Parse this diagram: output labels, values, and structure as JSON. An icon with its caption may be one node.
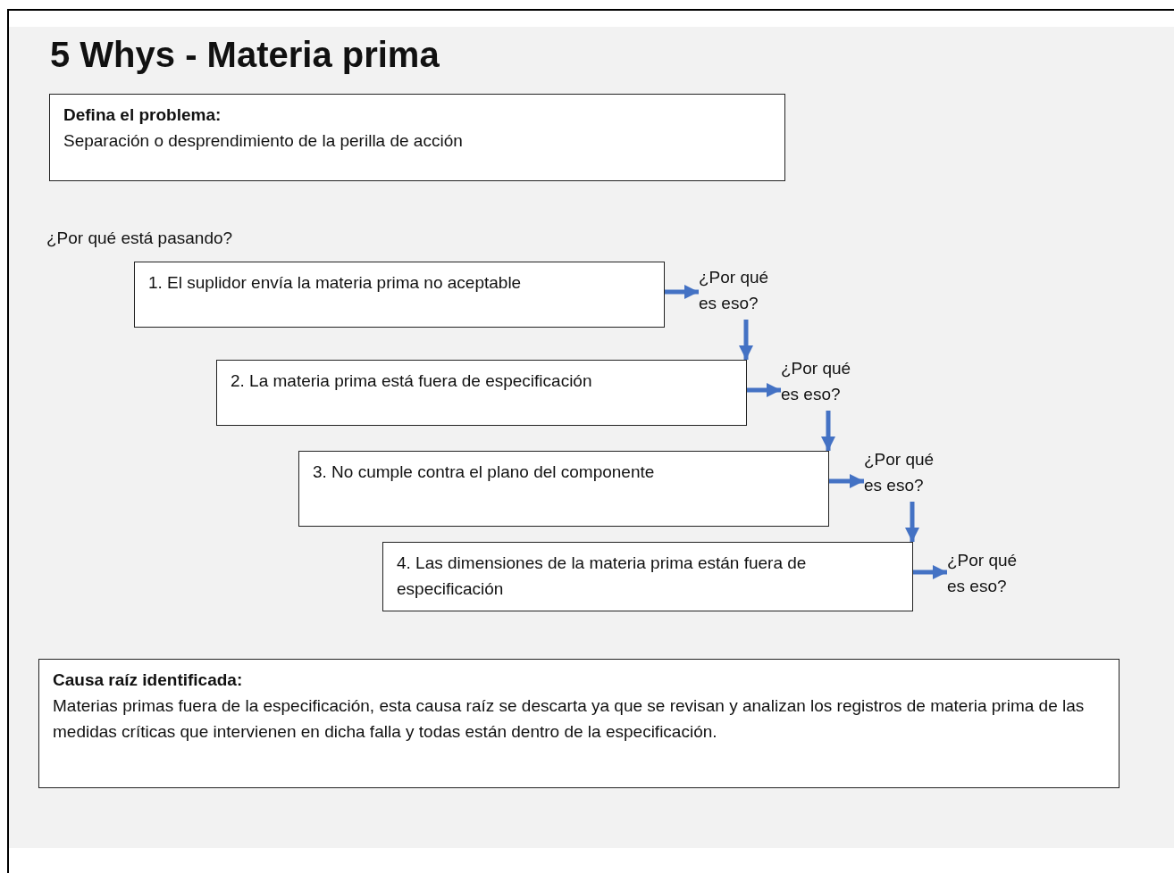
{
  "diagram": {
    "title": "5 Whys - Materia prima",
    "nodes": [
      {
        "text": [
          "Defina el problema:",
          "Separación o desprendimiento de la perilla de acción"
        ]
      },
      {
        "text": [
          "1. El suplidor envía la materia prima no aceptable"
        ]
      },
      {
        "text": [
          "¿Por qué es eso?"
        ]
      },
      {
        "text": [
          "2. La materia prima está fuera de especificación"
        ]
      },
      {
        "text": [
          "¿Por qué es eso?"
        ]
      },
      {
        "text": [
          "3. No cumple contra el plano del componente"
        ]
      },
      {
        "text": [
          "¿Por qué es eso?"
        ]
      },
      {
        "text": [
          "4. Las dimensiones de la materia prima están fuera de especificación"
        ]
      },
      {
        "text": [
          "¿Por qué es eso?"
        ]
      },
      {
        "text": [
          "Causa raíz identificada:",
          "Materias primas fuera de la especificación, esta causa raíz se descarta ya que se revisan y analizan los registros de materia prima de las medidas críticas que intervienen en dicha falla y todas están dentro de la especificación."
        ]
      }
    ],
    "edges": [
      {
        "from": 1,
        "to": 2,
        "arrow": "to"
      },
      {
        "from": 2,
        "to": 3,
        "arrow": "to"
      },
      {
        "from": 3,
        "to": 4,
        "arrow": "to"
      },
      {
        "from": 4,
        "to": 5,
        "arrow": "to"
      },
      {
        "from": 5,
        "to": 6,
        "arrow": "to"
      },
      {
        "from": 6,
        "to": 7,
        "arrow": "to"
      },
      {
        "from": 7,
        "to": 8,
        "arrow": "to"
      }
    ],
    "labels": [
      "¿Por qué está pasando?"
    ]
  }
}
